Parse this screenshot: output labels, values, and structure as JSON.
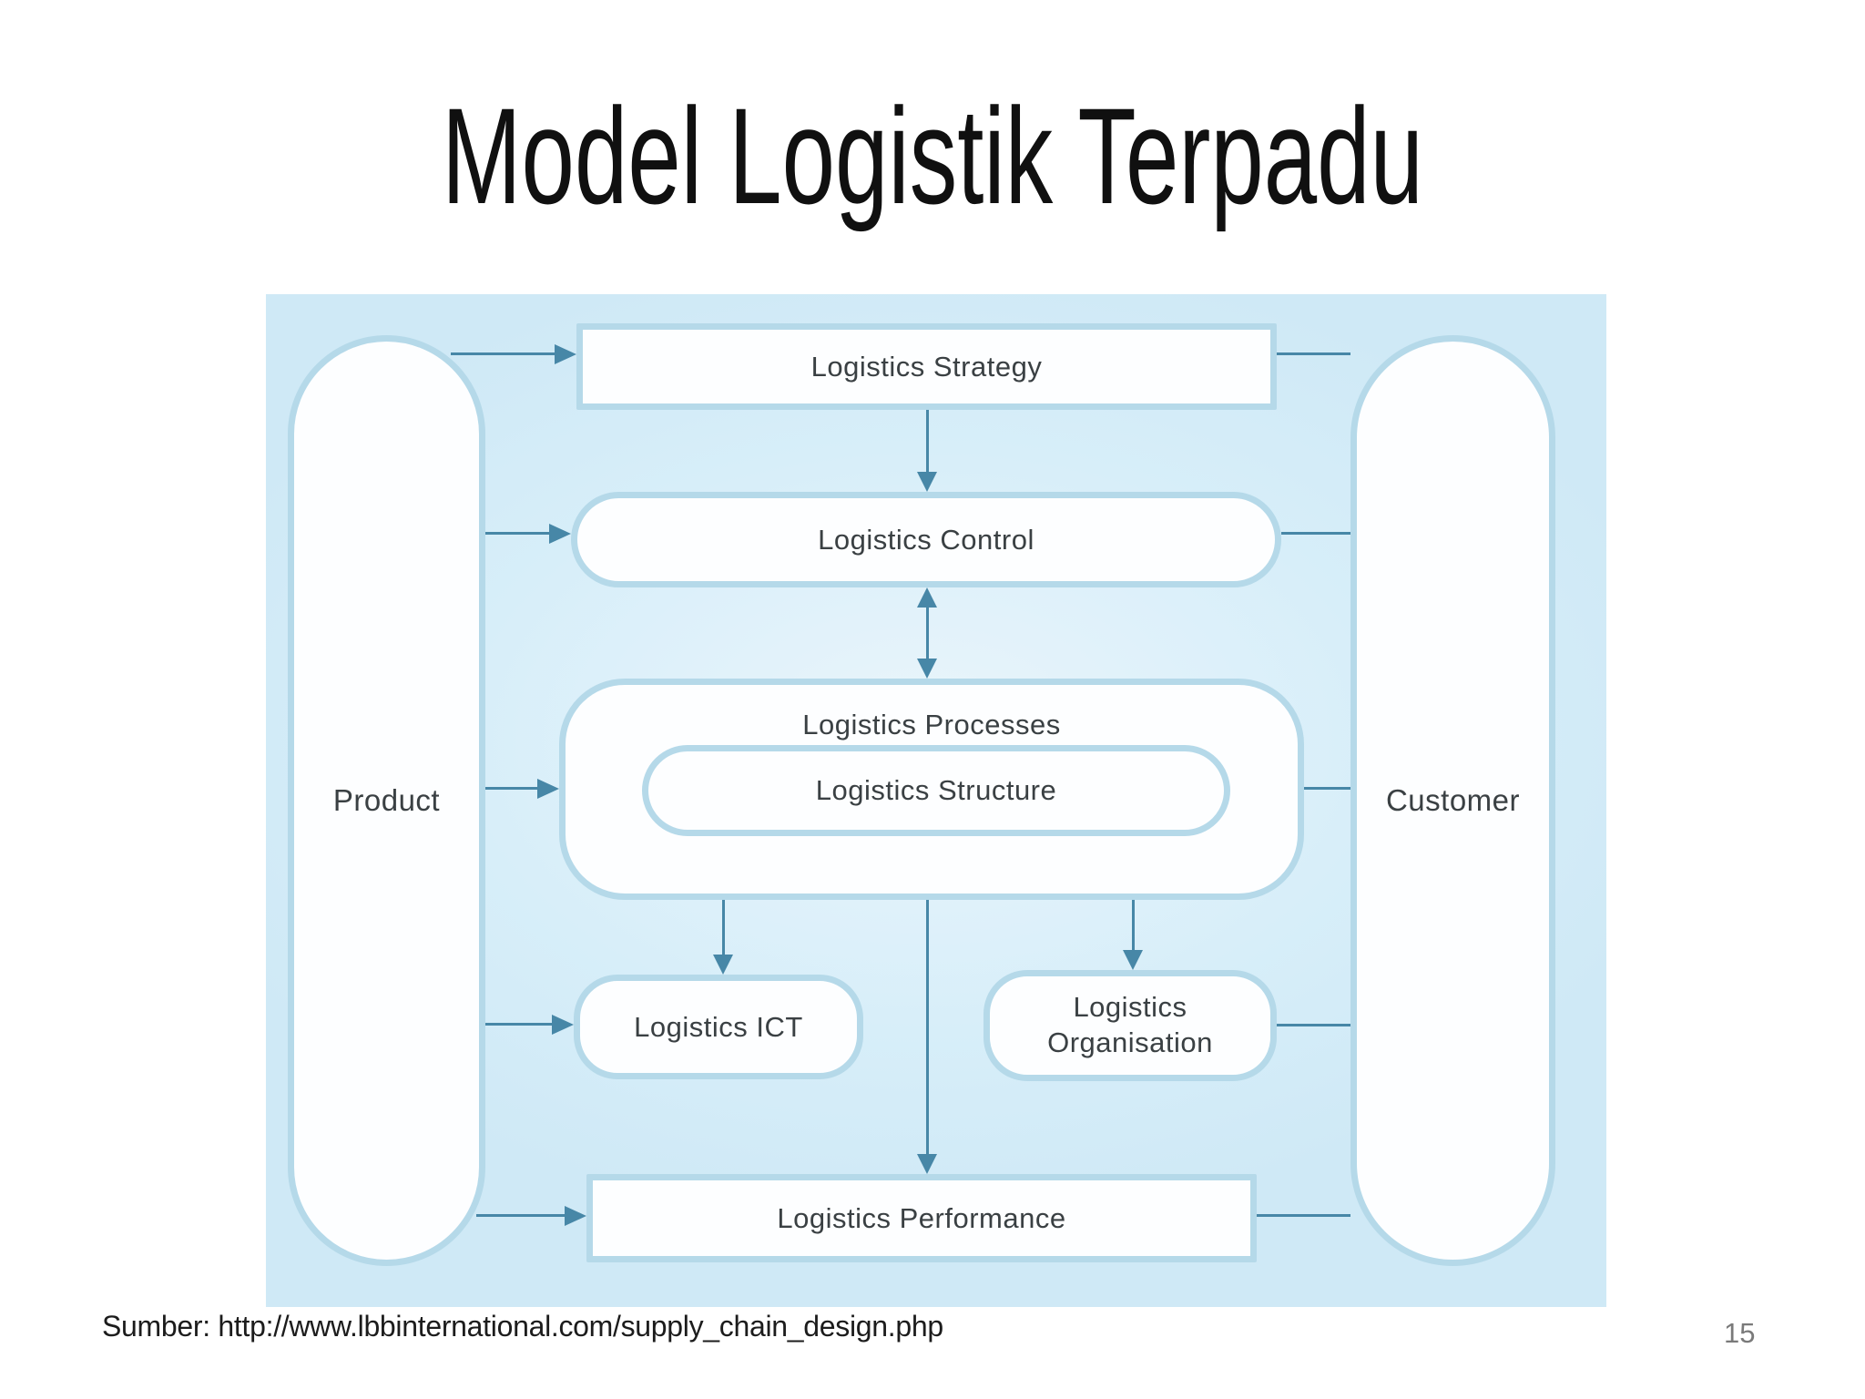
{
  "slide": {
    "title": "Model Logistik Terpadu",
    "source_caption": "Sumber: http://www.lbbinternational.com/supply_chain_design.php",
    "page_number": "15"
  },
  "diagram": {
    "product_label": "Product",
    "customer_label": "Customer",
    "nodes": {
      "strategy": "Logistics Strategy",
      "control": "Logistics Control",
      "processes": "Logistics Processes",
      "structure": "Logistics Structure",
      "ict": "Logistics ICT",
      "organisation": "Logistics Organisation",
      "performance": "Logistics Performance"
    },
    "colors": {
      "panel_background": "#d7eef9",
      "node_border": "#b5d9e9",
      "node_fill": "#fdfeff",
      "connector": "#4787a7",
      "label_text": "#3a4043"
    }
  }
}
